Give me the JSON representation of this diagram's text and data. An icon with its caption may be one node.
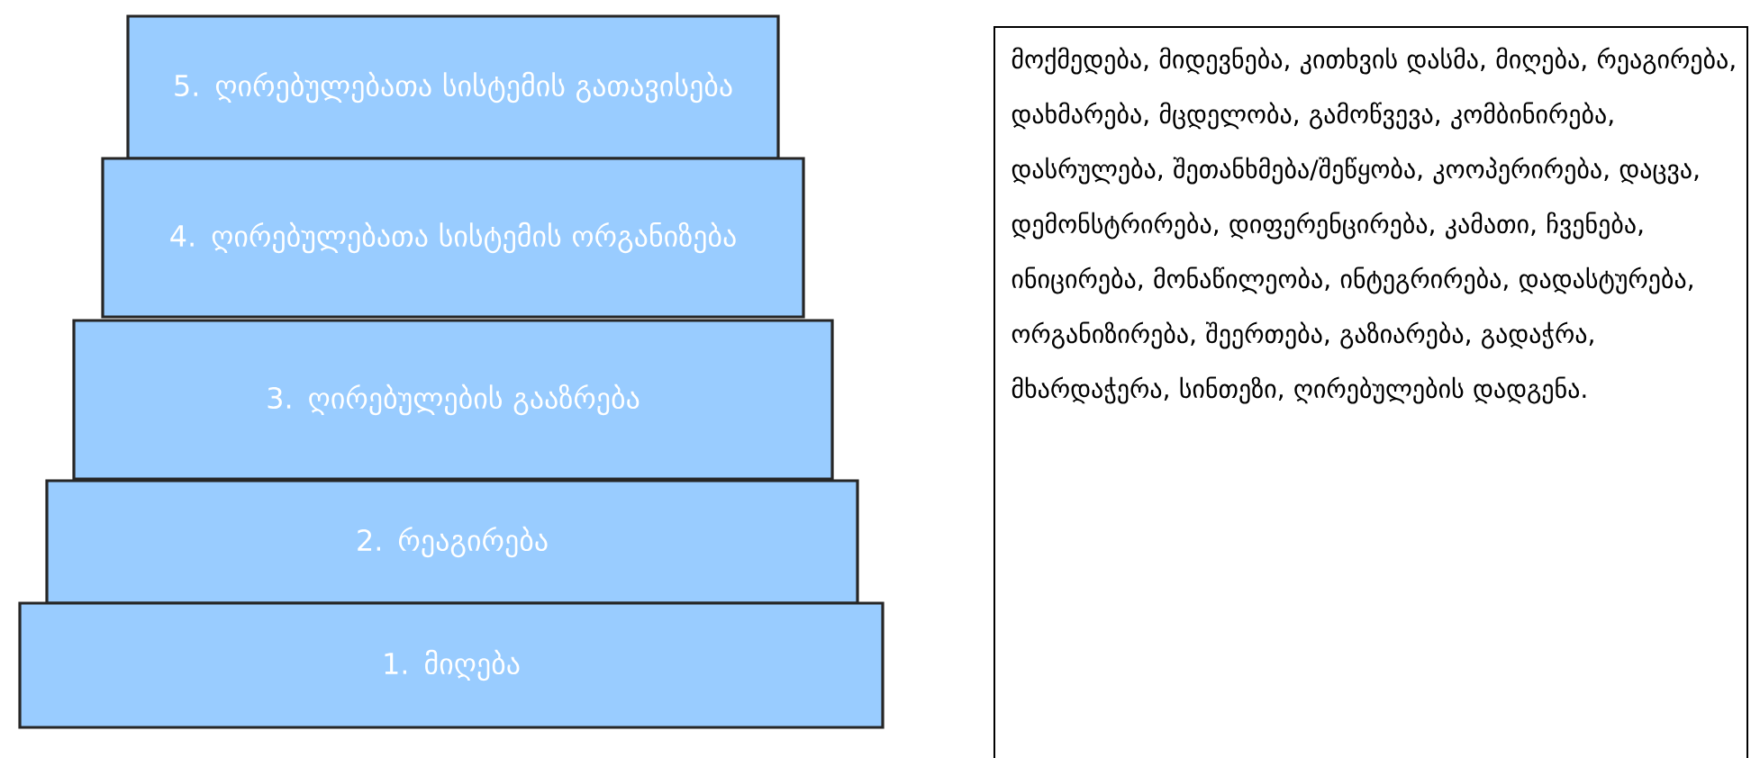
{
  "diagram": {
    "nodes": [
      {
        "text": [
          "5. ღირებულებათა სისტემის გათავისება"
        ]
      },
      {
        "text": [
          "4. ღირებულებათა სისტემის ორგანიზება"
        ]
      },
      {
        "text": [
          "3. ღირებულების გააზრება"
        ]
      },
      {
        "text": [
          "2. რეაგირება"
        ]
      },
      {
        "text": [
          "1. მიღება"
        ]
      },
      {
        "text": [
          "მოქმედება, მიდევნება, კითხვის დასმა, მიღება, რეაგირება, დახმარება, მცდელობა, გამოწვევა, კომბინირება, დასრულება, შეთანხმება/შეწყობა, კოოპერირება, დაცვა, დემონსტრირება, დიფერენცირება, კამათი, ჩვენება, ინიცირება, მონაწილეობა, ინტეგრირება, დადასტურება, ორგანიზირება, შეერთება, გაზიარება, გადაჭრა, მხარდაჭერა, სინთეზი, ღირებულების დადგენა."
        ]
      }
    ]
  }
}
